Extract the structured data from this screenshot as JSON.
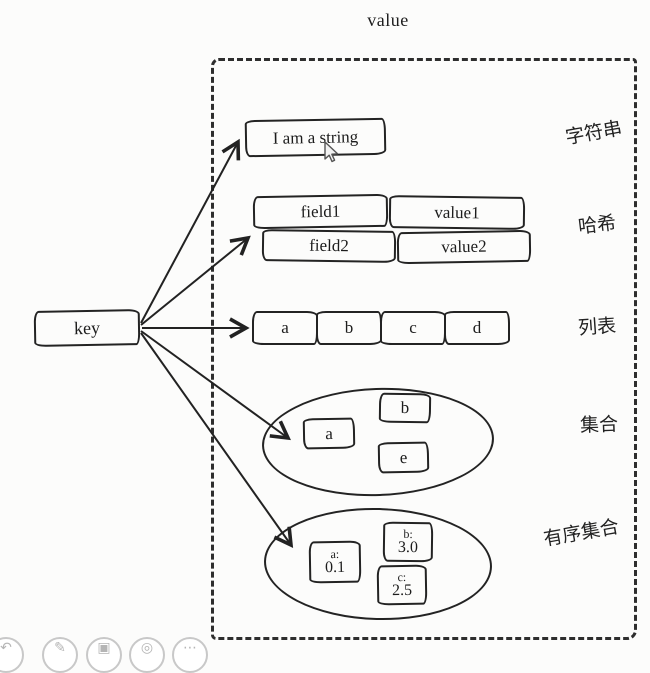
{
  "title": "value",
  "key_label": "key",
  "string": {
    "text": "I am a string",
    "label": "字符串"
  },
  "hash": {
    "label": "哈希",
    "cells": [
      [
        "field1",
        "value1"
      ],
      [
        "field2",
        "value2"
      ]
    ]
  },
  "list": {
    "label": "列表",
    "items": [
      "a",
      "b",
      "c",
      "d"
    ]
  },
  "set": {
    "label": "集合",
    "items": [
      "a",
      "b",
      "e"
    ]
  },
  "zset": {
    "label": "有序集合",
    "items": [
      {
        "k": "a:",
        "v": "0.1"
      },
      {
        "k": "b:",
        "v": "3.0"
      },
      {
        "k": "c:",
        "v": "2.5"
      }
    ]
  },
  "toolbar": {
    "icons": {
      "undo": "↶",
      "pencil": "✎",
      "screenshot": "▣",
      "search": "◎",
      "more": "⋯"
    }
  }
}
